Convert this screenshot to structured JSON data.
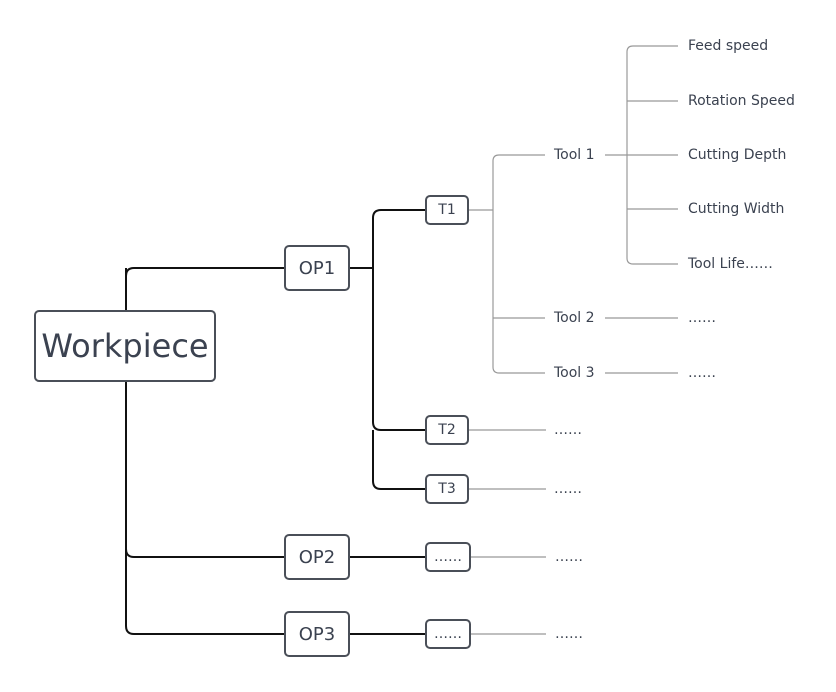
{
  "root": "Workpiece",
  "operations": [
    "OP1",
    "OP2",
    "OP3"
  ],
  "tools": [
    "T1",
    "T2",
    "T3"
  ],
  "tool_boxes_placeholder": "……",
  "tool_names": [
    "Tool 1",
    "Tool 2",
    "Tool 3"
  ],
  "parameters": [
    "Feed speed",
    "Rotation Speed",
    "Cutting Depth",
    "Cutting Width",
    "Tool Life……"
  ],
  "ellipsis": "……"
}
